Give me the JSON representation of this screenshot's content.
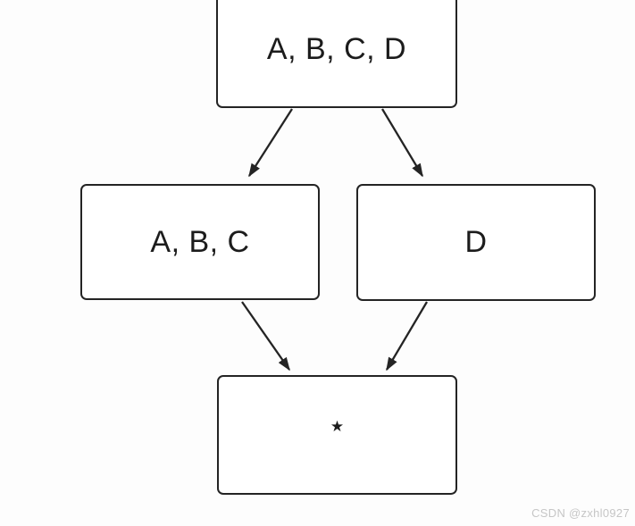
{
  "page": {
    "watermark": "CSDN @zxhl0927"
  },
  "diagram": {
    "type": "flowchart",
    "nodes": [
      {
        "id": "root",
        "label": "A, B, C, D"
      },
      {
        "id": "abc",
        "label": "A, B, C"
      },
      {
        "id": "d",
        "label": "D"
      },
      {
        "id": "star",
        "label": "★"
      }
    ],
    "edges": [
      {
        "from": "root",
        "to": "abc"
      },
      {
        "from": "root",
        "to": "d"
      },
      {
        "from": "abc",
        "to": "star"
      },
      {
        "from": "d",
        "to": "star"
      }
    ],
    "colors": {
      "stroke": "#242424",
      "node_fill": "#ffffff",
      "text": "#1c1c1c",
      "page_bg": "#fdfdfd",
      "watermark": "#c6c6c6"
    }
  }
}
